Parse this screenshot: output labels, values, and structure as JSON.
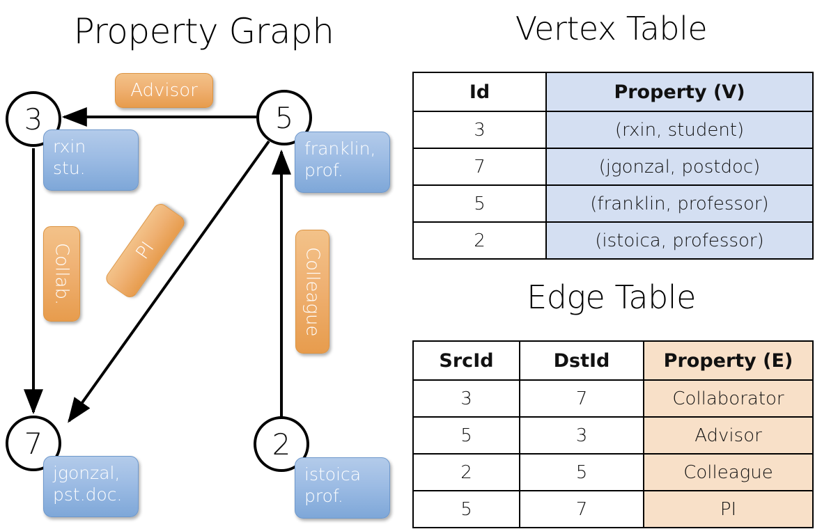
{
  "titles": {
    "property_graph": "Property Graph",
    "vertex_table": "Vertex Table",
    "edge_table": "Edge Table"
  },
  "graph": {
    "vertices": [
      {
        "id": "3",
        "property_lines": [
          "rxin",
          "stu."
        ]
      },
      {
        "id": "5",
        "property_lines": [
          "franklin,",
          "prof."
        ]
      },
      {
        "id": "7",
        "property_lines": [
          "jgonzal,",
          "pst.doc."
        ]
      },
      {
        "id": "2",
        "property_lines": [
          "istoica",
          "prof."
        ]
      }
    ],
    "edge_labels": [
      {
        "name": "advisor",
        "text": "Advisor"
      },
      {
        "name": "collab",
        "text": "Collab."
      },
      {
        "name": "pi",
        "text": "PI"
      },
      {
        "name": "colleague",
        "text": "Colleague"
      }
    ]
  },
  "vertex_table": {
    "headers": [
      "Id",
      "Property (V)"
    ],
    "rows": [
      [
        "3",
        "(rxin, student)"
      ],
      [
        "7",
        "(jgonzal, postdoc)"
      ],
      [
        "5",
        "(franklin, professor)"
      ],
      [
        "2",
        "(istoica, professor)"
      ]
    ]
  },
  "edge_table": {
    "headers": [
      "SrcId",
      "DstId",
      "Property (E)"
    ],
    "rows": [
      [
        "3",
        "7",
        "Collaborator"
      ],
      [
        "5",
        "3",
        "Advisor"
      ],
      [
        "2",
        "5",
        "Colleague"
      ],
      [
        "5",
        "7",
        "PI"
      ]
    ]
  },
  "colors": {
    "vertex_property_fill": "#d4dff2",
    "edge_property_fill": "#f8e0c8",
    "node_box_blue": "#9dbce4",
    "edge_label_orange": "#efb173",
    "stroke": "#000000"
  }
}
